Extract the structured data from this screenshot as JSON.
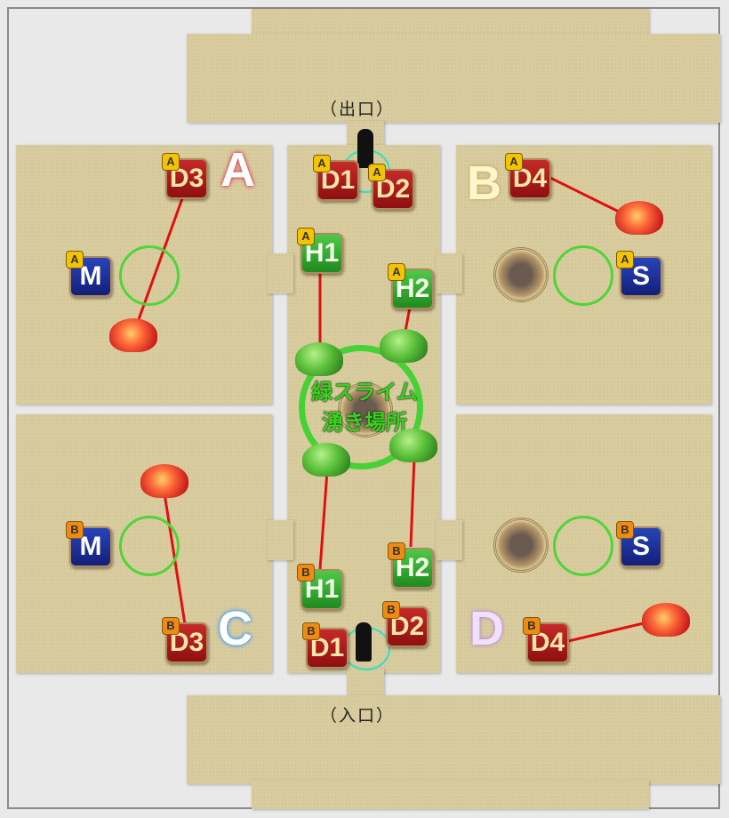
{
  "labels": {
    "exit": "（出口）",
    "entrance": "（入口）",
    "spawn_line1": "緑スライム",
    "spawn_line2": "湧き場所"
  },
  "markers": {
    "a_d1": {
      "tag": "A",
      "text": "D1"
    },
    "a_d2": {
      "tag": "A",
      "text": "D2"
    },
    "a_d3": {
      "tag": "A",
      "text": "D3"
    },
    "a_d4": {
      "tag": "A",
      "text": "D4"
    },
    "a_h1": {
      "tag": "A",
      "text": "H1"
    },
    "a_h2": {
      "tag": "A",
      "text": "H2"
    },
    "a_m": {
      "tag": "A",
      "text": "M"
    },
    "a_s": {
      "tag": "A",
      "text": "S"
    },
    "b_d1": {
      "tag": "B",
      "text": "D1"
    },
    "b_d2": {
      "tag": "B",
      "text": "D2"
    },
    "b_d3": {
      "tag": "B",
      "text": "D3"
    },
    "b_d4": {
      "tag": "B",
      "text": "D4"
    },
    "b_h1": {
      "tag": "B",
      "text": "H1"
    },
    "b_h2": {
      "tag": "B",
      "text": "H2"
    },
    "b_m": {
      "tag": "B",
      "text": "M"
    },
    "b_s": {
      "tag": "B",
      "text": "S"
    }
  },
  "room_symbols": {
    "top_left": "A",
    "top_right": "B",
    "bottom_left": "C",
    "bottom_right": "D"
  },
  "colors": {
    "a_symbol": "#e0405a",
    "b_symbol": "#f0d890",
    "c_symbol": "#3a9aff",
    "d_symbol": "#b070e0"
  }
}
